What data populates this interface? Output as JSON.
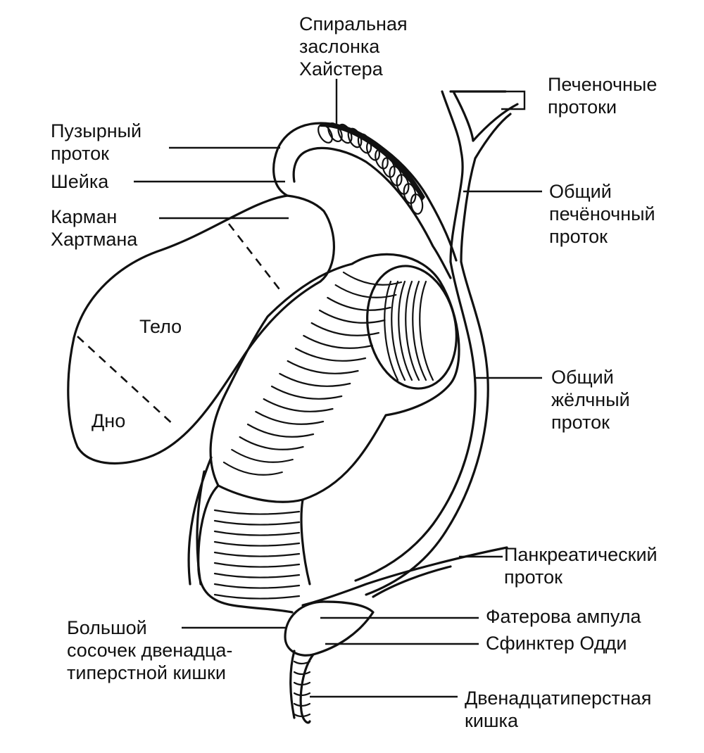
{
  "labels": {
    "spiral_valve": [
      "Спиральная",
      "заслонка",
      "Хайстера"
    ],
    "hepatic_ducts": [
      "Печеночные",
      "протоки"
    ],
    "cystic_duct": [
      "Пузырный",
      "проток"
    ],
    "neck": [
      "Шейка"
    ],
    "hartmann_pouch": [
      "Карман",
      "Хартмана"
    ],
    "common_hepatic_duct": [
      "Общий",
      "печёночный",
      "проток"
    ],
    "body": [
      "Тело"
    ],
    "fundus": [
      "Дно"
    ],
    "common_bile_duct": [
      "Общий",
      "жёлчный",
      "проток"
    ],
    "pancreatic_duct": [
      "Панкреатический",
      "проток"
    ],
    "ampulla_vater": [
      "Фатерова ампула"
    ],
    "sphincter_oddi": [
      "Сфинктер Одди"
    ],
    "major_papilla": [
      "Большой",
      "сосочек двенадца-",
      "типерстной кишки"
    ],
    "duodenum": [
      "Двенадцатиперстная",
      "кишка"
    ]
  }
}
